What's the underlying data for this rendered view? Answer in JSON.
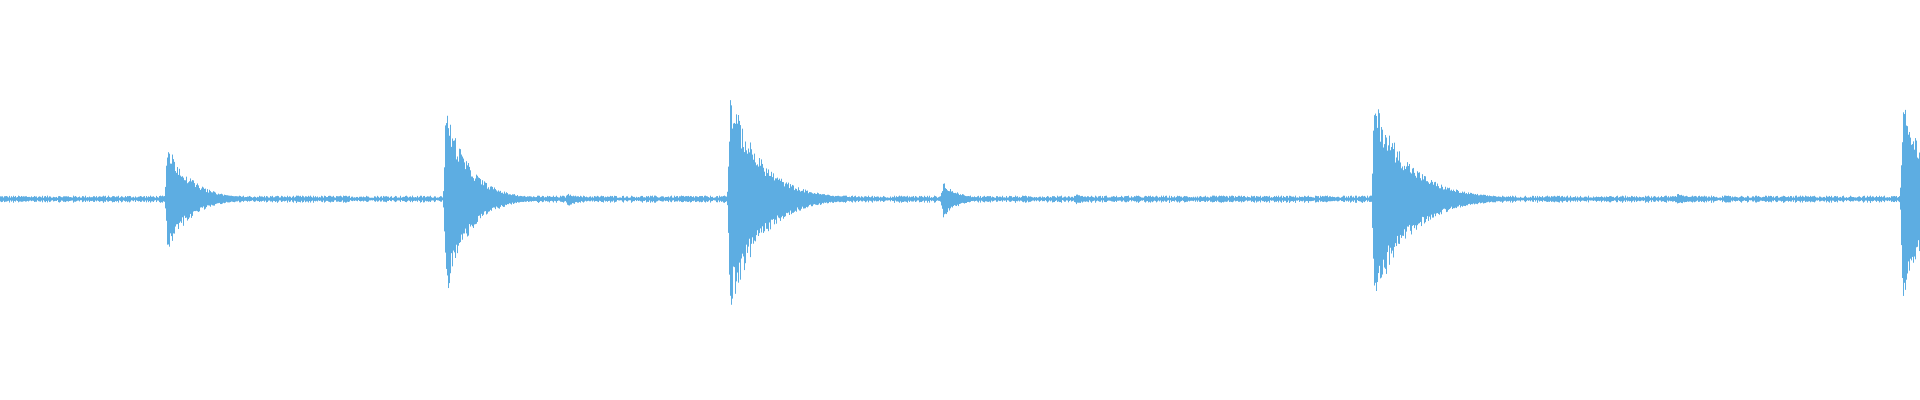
{
  "waveform": {
    "color": "#5dade2",
    "background": "#ffffff",
    "baseline_noise": 0.012,
    "transients": [
      {
        "t": 0.0871,
        "up": 0.3,
        "down": 0.28,
        "decay": 0.012
      },
      {
        "t": 0.2321,
        "up": 0.5,
        "down": 0.52,
        "decay": 0.012
      },
      {
        "t": 0.2954,
        "up": 0.03,
        "down": 0.04,
        "decay": 0.008
      },
      {
        "t": 0.3546,
        "up": 0.02,
        "down": 0.02,
        "decay": 0.006
      },
      {
        "t": 0.3801,
        "up": 0.58,
        "down": 0.6,
        "decay": 0.016
      },
      {
        "t": 0.4694,
        "up": 0.02,
        "down": 0.02,
        "decay": 0.006
      },
      {
        "t": 0.4911,
        "up": 0.09,
        "down": 0.1,
        "decay": 0.008
      },
      {
        "t": 0.5605,
        "up": 0.03,
        "down": 0.03,
        "decay": 0.006
      },
      {
        "t": 0.7156,
        "up": 0.54,
        "down": 0.56,
        "decay": 0.018
      },
      {
        "t": 0.8086,
        "up": 0.02,
        "down": 0.02,
        "decay": 0.006
      },
      {
        "t": 0.8736,
        "up": 0.03,
        "down": 0.03,
        "decay": 0.008
      },
      {
        "t": 0.9909,
        "up": 0.53,
        "down": 0.53,
        "decay": 0.014
      }
    ]
  }
}
